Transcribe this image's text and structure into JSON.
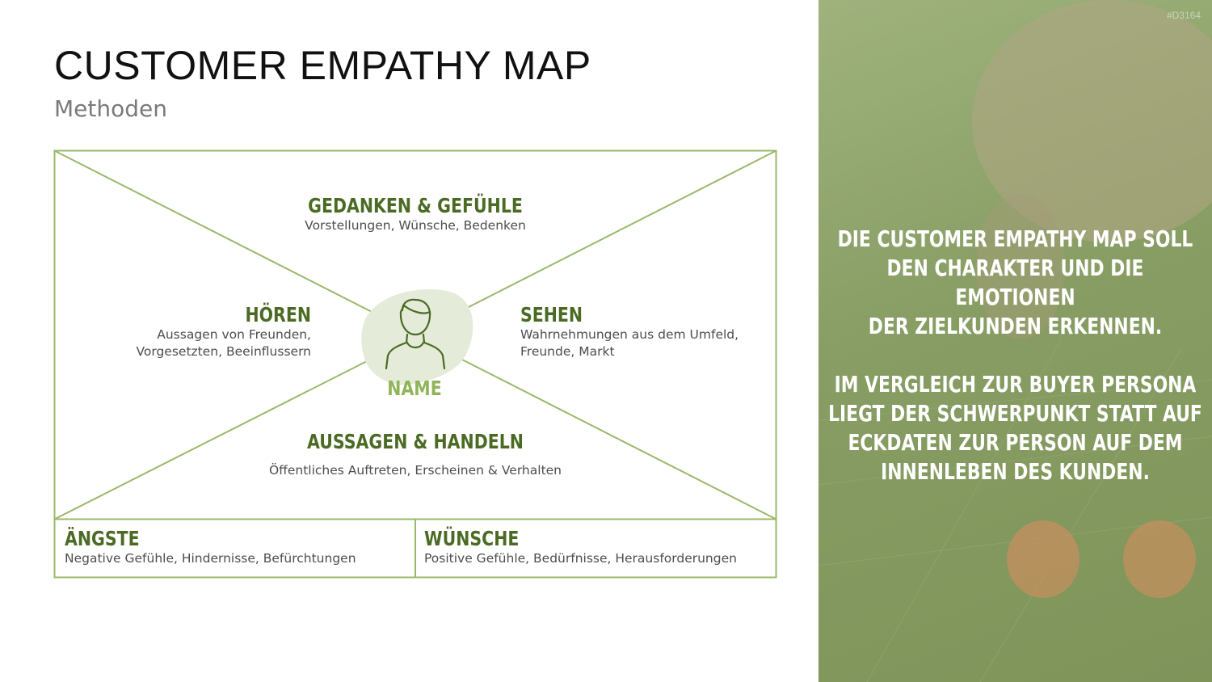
{
  "header": {
    "title": "CUSTOMER EMPATHY MAP",
    "subtitle": "Methoden"
  },
  "map": {
    "top": {
      "heading": "GEDANKEN & GEFÜHLE",
      "text": "Vorstellungen, Wünsche, Bedenken"
    },
    "left": {
      "heading": "HÖREN",
      "text_lines": [
        "Aussagen von Freunden,",
        "Vorgesetzten, Beeinflussern"
      ]
    },
    "right": {
      "heading": "SEHEN",
      "text_lines": [
        "Wahrnehmungen aus dem Umfeld,",
        "Freunde, Markt"
      ]
    },
    "bottom": {
      "heading": "AUSSAGEN & HANDELN",
      "text": "Öffentliches Auftreten, Erscheinen & Verhalten"
    },
    "center": {
      "label": "NAME",
      "icon": "person-icon"
    },
    "fears": {
      "heading": "ÄNGSTE",
      "text": "Negative Gefühle, Hindernisse, Befürchtungen"
    },
    "wishes": {
      "heading": "WÜNSCHE",
      "text": "Positive Gefühle, Bedürfnisse, Herausforderungen"
    }
  },
  "panel": {
    "code": "#D3164",
    "paragraph1_lines": [
      "DIE CUSTOMER EMPATHY MAP SOLL",
      "DEN CHARAKTER UND DIE EMOTIONEN",
      "DER ZIELKUNDEN ERKENNEN."
    ],
    "paragraph2_lines": [
      "IM VERGLEICH ZUR BUYER PERSONA",
      "LIEGT DER SCHWERPUNKT STATT AUF",
      "ECKDATEN ZUR PERSON AUF DEM",
      "INNENLEBEN DES KUNDEN."
    ]
  },
  "colors": {
    "accent": "#8fb45a",
    "heading": "#4b6b24",
    "line": "#9ab86a",
    "panel": "#879d63"
  }
}
